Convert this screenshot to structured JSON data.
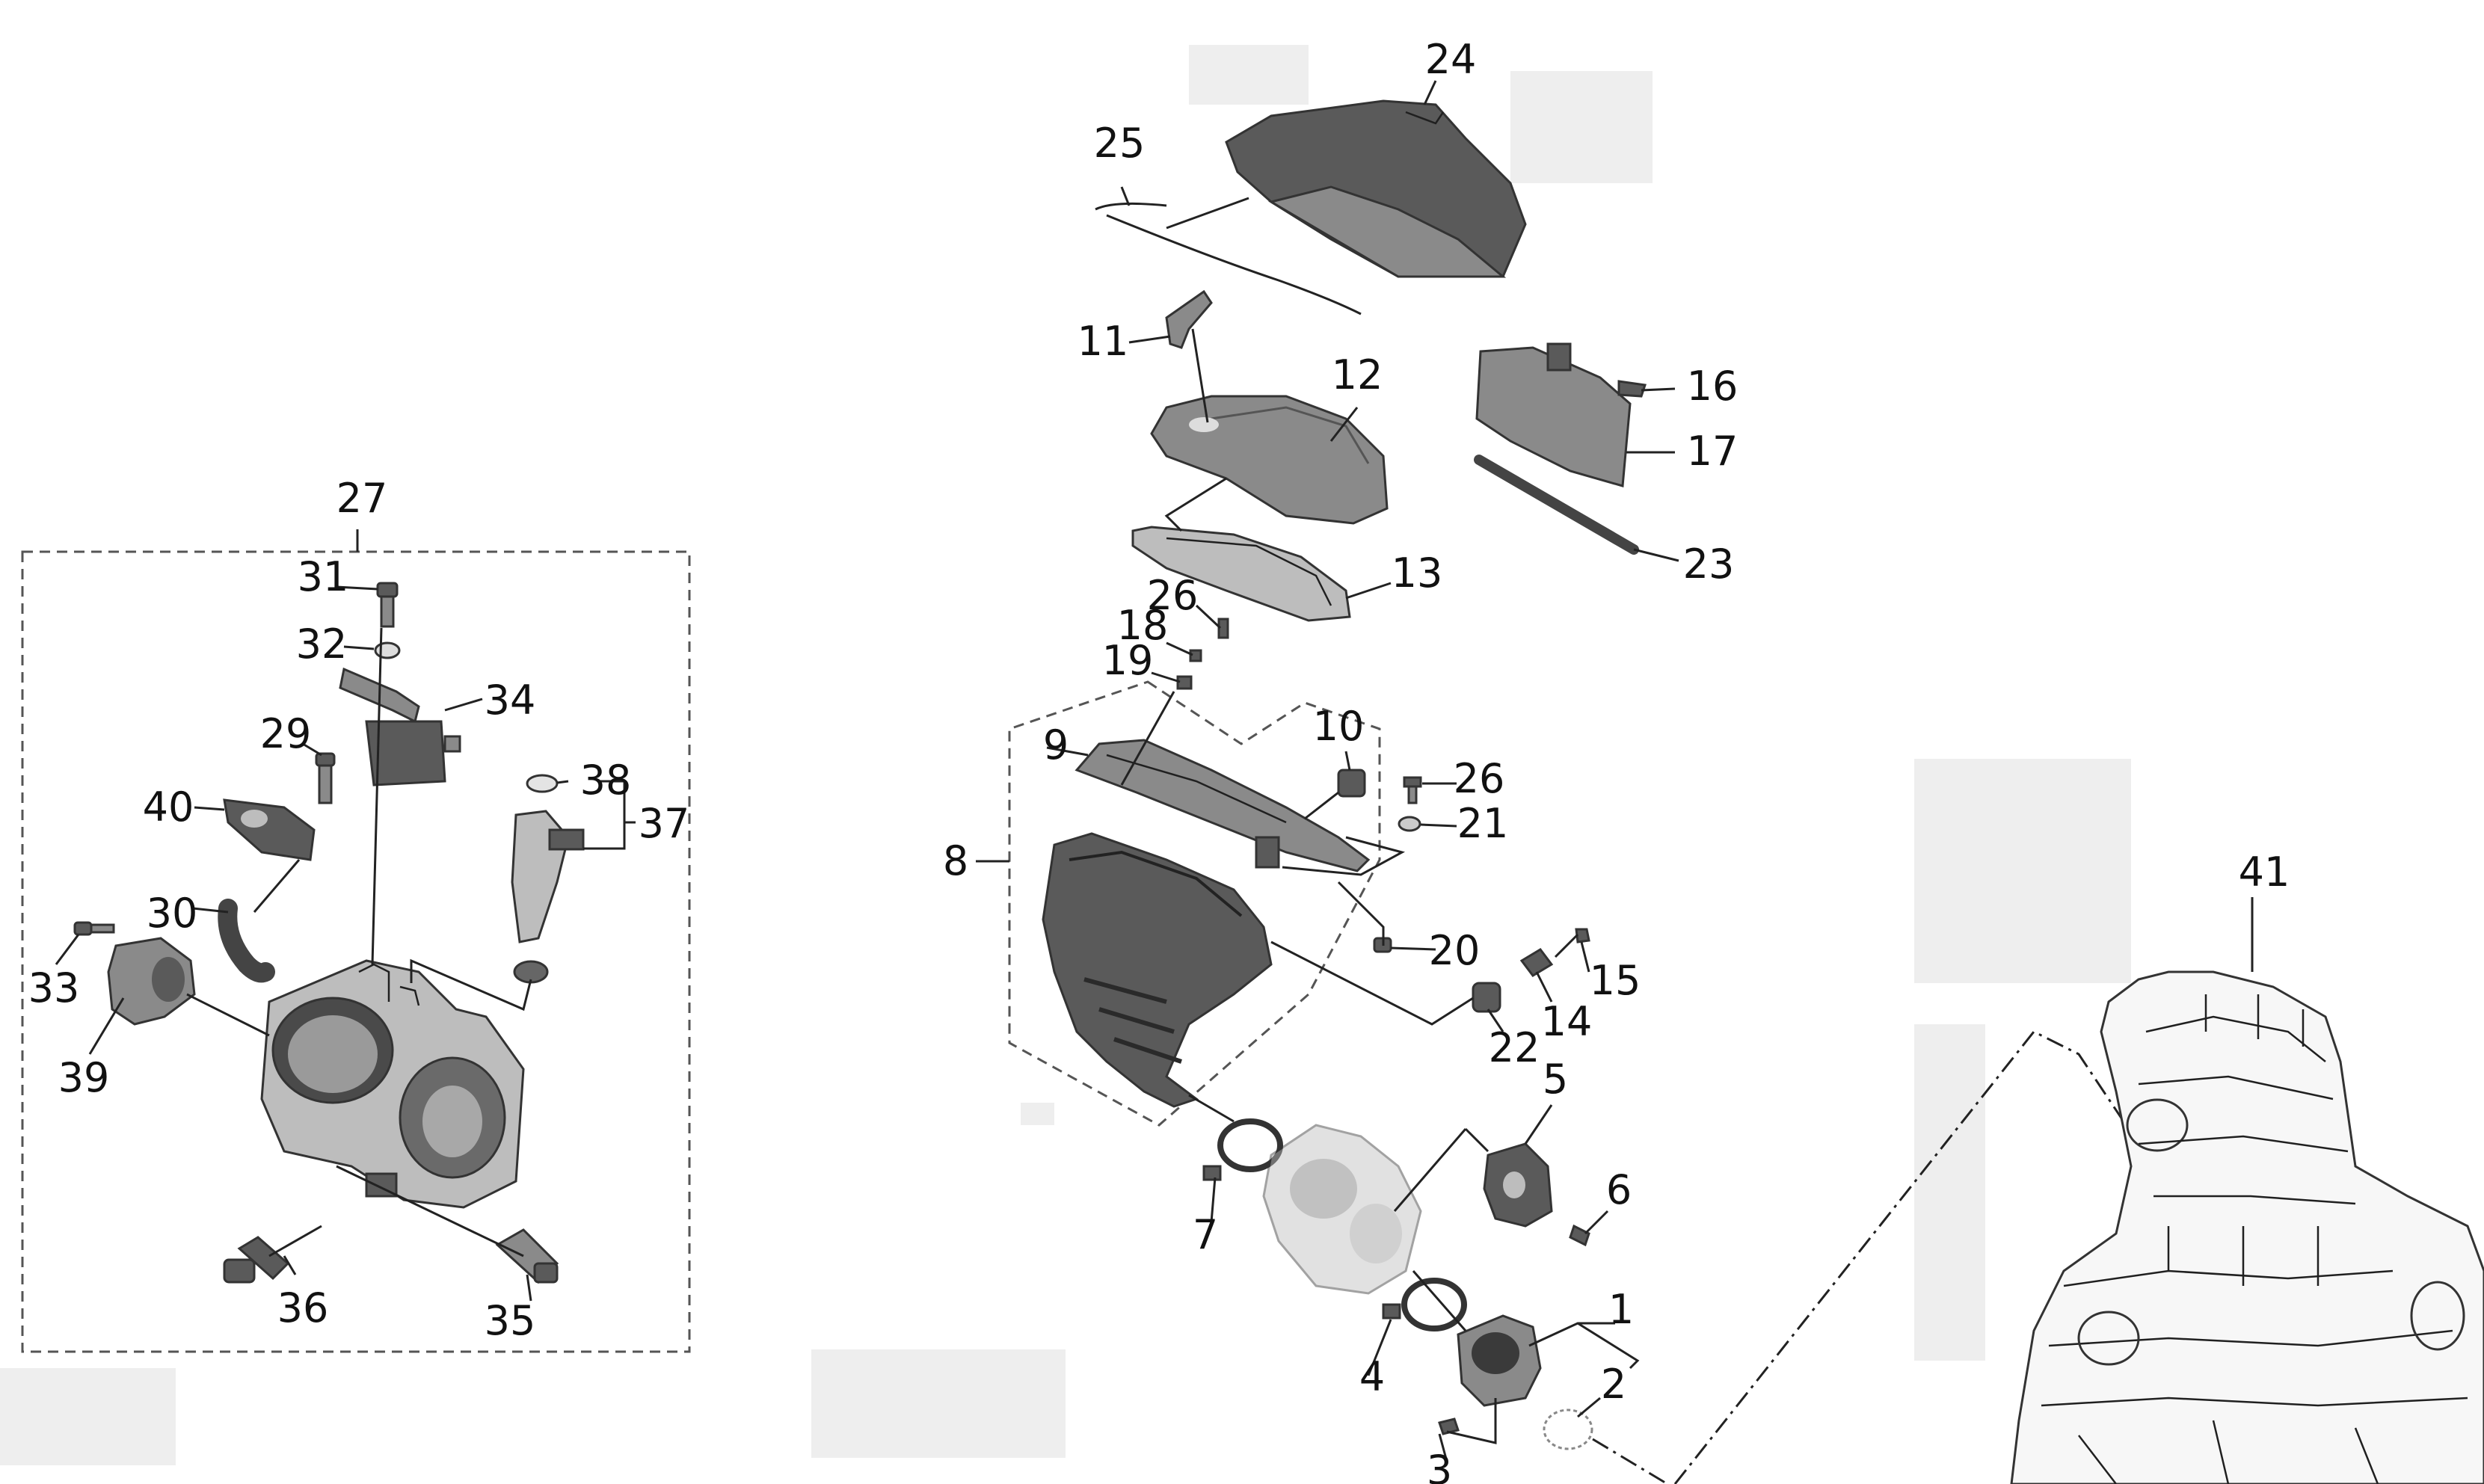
{
  "callouts": [
    "1",
    "2",
    "3",
    "4",
    "5",
    "6",
    "7",
    "8",
    "9",
    "10",
    "11",
    "12",
    "13",
    "14",
    "15",
    "16",
    "17",
    "18",
    "19",
    "20",
    "21",
    "22",
    "23",
    "24",
    "25",
    "26",
    "26",
    "27",
    "29",
    "30",
    "31",
    "32",
    "33",
    "34",
    "35",
    "36",
    "37",
    "38",
    "39",
    "40",
    "41"
  ]
}
